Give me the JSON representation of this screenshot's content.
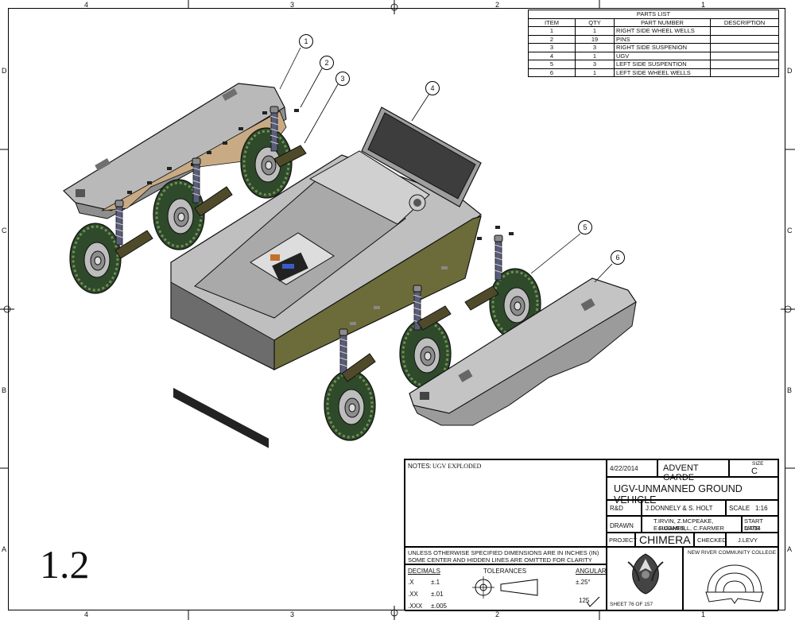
{
  "zones": {
    "columns": [
      "4",
      "3",
      "2",
      "1"
    ],
    "rows": [
      "D",
      "C",
      "B",
      "A"
    ]
  },
  "parts_list": {
    "title": "PARTS LIST",
    "headers": [
      "ITEM",
      "QTY",
      "PART NUMBER",
      "DESCRIPTION"
    ],
    "rows": [
      {
        "item": "1",
        "qty": "1",
        "part": "RIGHT SIDE WHEEL WELLS",
        "desc": ""
      },
      {
        "item": "2",
        "qty": "19",
        "part": "PINS",
        "desc": ""
      },
      {
        "item": "3",
        "qty": "3",
        "part": "RIGHT SIDE SUSPENION",
        "desc": ""
      },
      {
        "item": "4",
        "qty": "1",
        "part": "UGV",
        "desc": ""
      },
      {
        "item": "5",
        "qty": "3",
        "part": "LEFT SIDE SUSPENTION",
        "desc": ""
      },
      {
        "item": "6",
        "qty": "1",
        "part": "LEFT SIDE WHEEL WELLS",
        "desc": ""
      }
    ]
  },
  "balloons": [
    "1",
    "2",
    "3",
    "4",
    "5",
    "6"
  ],
  "title_block": {
    "notes_label": "NOTES:",
    "notes_text": "UGV EXPLODED",
    "date": "4/22/2014",
    "company": "ADVENT GARDE",
    "size_label": "SIZE",
    "size_value": "C",
    "drawing_title": "UGV-UNMANNED GROUND VEHICLE",
    "rd_label": "R&D",
    "rd_value": "J.DONNELY & S. HOLT",
    "scale_label": "SCALE",
    "scale_value": "1:16",
    "drawn_label": "DRAWN",
    "drawn_line1": "T.IRVIN, Z.MCPEAKE, E.HUGHES,",
    "drawn_line2": "C.GAMBILL, C.FARMER",
    "start_date_label": "START DATE",
    "start_date_value": "1/7/14",
    "project_label": "PROJECT",
    "project_value": "CHIMERA",
    "checked_label": "CHECKED",
    "checked_value": "J.LEVY",
    "college": "NEW RIVER COMMUNITY COLLEGE",
    "dimension_note_1": "UNLESS OTHERWISE SPECIFIED DIMENSIONS ARE IN INCHES (IN)",
    "dimension_note_2": "SOME CENTER AND HIDDEN LINES ARE OMITTED FOR CLARITY",
    "decimals_label": "DECIMALS",
    "tolerances_label": "TOLERANCES",
    "angular_label": "ANGULAR",
    "tol_rows": [
      {
        "place": ".X",
        "tol": "±.1"
      },
      {
        "place": ".XX",
        "tol": "±.01"
      },
      {
        "place": ".XXX",
        "tol": "±.005"
      }
    ],
    "angular_value": "±.25°",
    "finish_value": "125",
    "sheet_text": "SHEET 76  OF 157"
  },
  "sheet_label": "1.2"
}
